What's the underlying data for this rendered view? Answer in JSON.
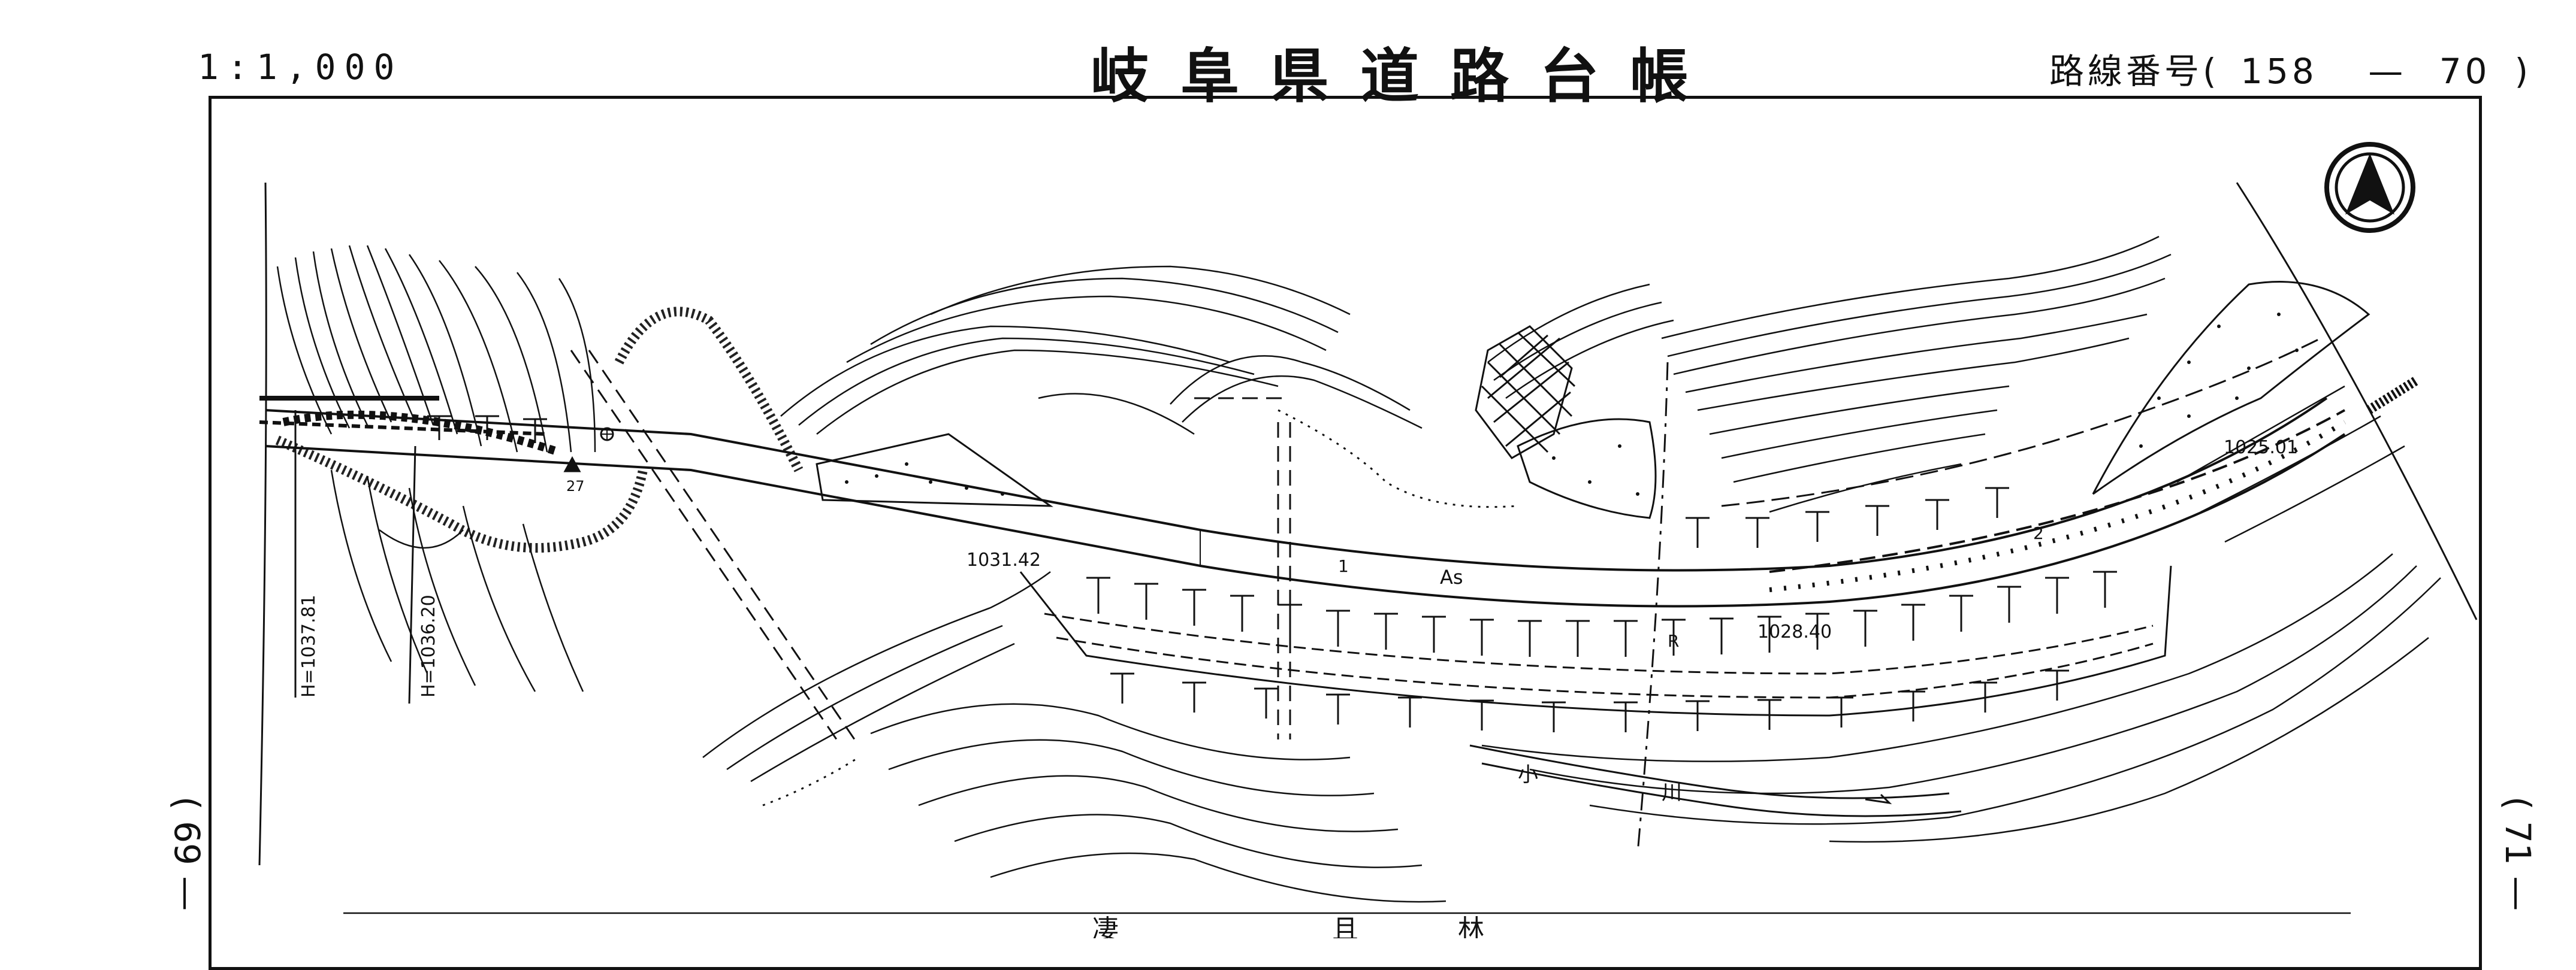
{
  "header": {
    "scale": "1:1,000",
    "title": "岐阜県道路台帳",
    "route_label": "路線番号",
    "route_open": "(",
    "route_main": "158",
    "route_dash": "—",
    "route_sub": "70",
    "route_close": ")"
  },
  "margin": {
    "left_page": "( 69 —",
    "right_page": "( 71 —"
  },
  "map": {
    "elevations": {
      "h_left": "H=1037.81",
      "h_mid": "H=1036.20",
      "bm_left": "1031.42",
      "bm_mid": "1028.40",
      "bm_right": "1025.01"
    },
    "marker_number": "27",
    "road_surface": "As",
    "lane_1": "1",
    "lane_2": "2",
    "curve_label": "R",
    "river_label": "小",
    "river_label_2": "川",
    "bottom_text_1": "凄",
    "bottom_text_2": "且",
    "bottom_text_3": "林",
    "north_arrow": "north-arrow-icon"
  }
}
